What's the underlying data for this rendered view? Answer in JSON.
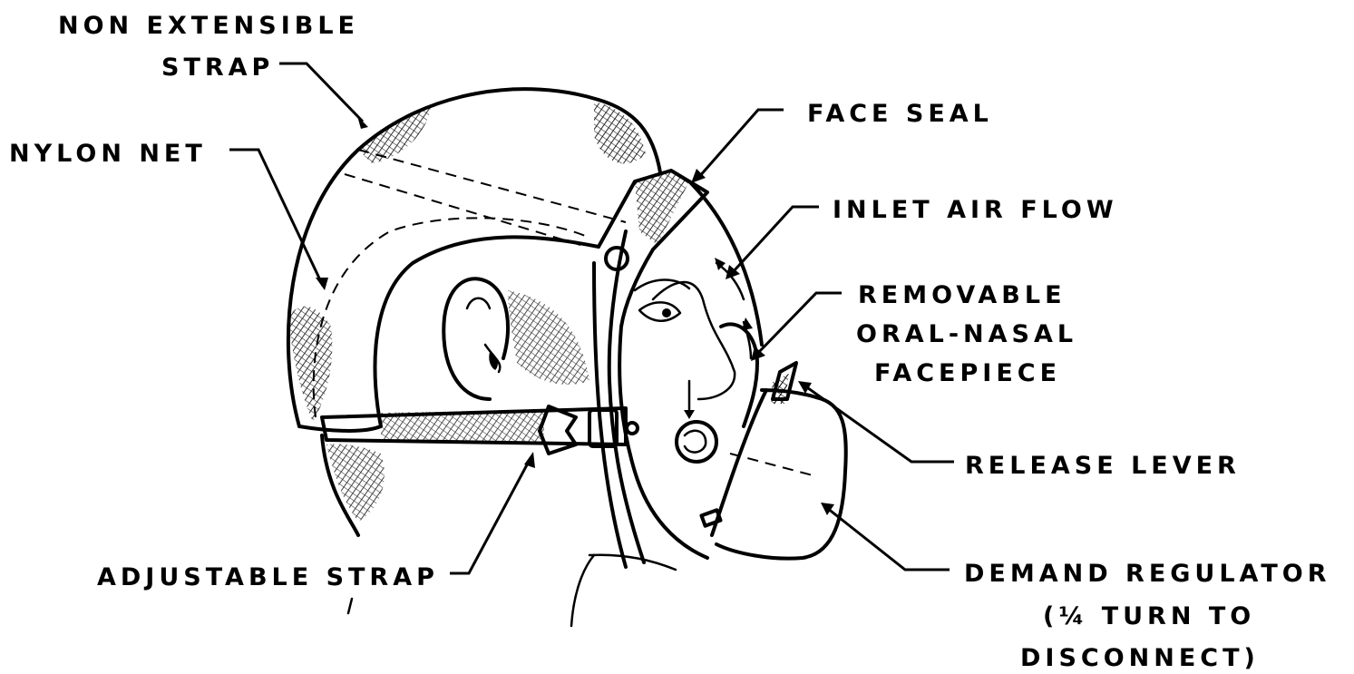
{
  "labels": {
    "non_extensible_strap_line1": "NON EXTENSIBLE",
    "non_extensible_strap_line2": "STRAP",
    "nylon_net": "NYLON NET",
    "adjustable_strap": "ADJUSTABLE STRAP",
    "face_seal": "FACE SEAL",
    "inlet_air_flow": "INLET AIR FLOW",
    "removable_line1": "REMOVABLE",
    "removable_line2": "ORAL-NASAL",
    "removable_line3": "FACEPIECE",
    "release_lever": "RELEASE LEVER",
    "demand_regulator_line1": "DEMAND REGULATOR",
    "demand_regulator_line2": "(¼ TURN TO",
    "demand_regulator_line3": "DISCONNECT)"
  },
  "colors": {
    "ink": "#000000",
    "paper": "#ffffff"
  }
}
